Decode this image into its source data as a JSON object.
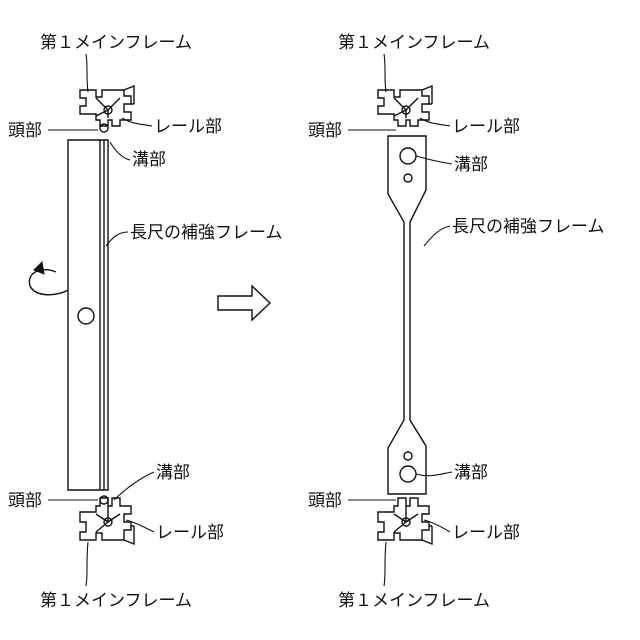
{
  "colors": {
    "ink": "#111111",
    "paper": "#ffffff"
  },
  "left": {
    "top_main_frame": "第１メインフレーム",
    "top_head": "頭部",
    "top_rail": "レール部",
    "top_groove": "溝部",
    "stiffener": "長尺の補強フレーム",
    "bottom_groove": "溝部",
    "bottom_head": "頭部",
    "bottom_rail": "レール部",
    "bottom_main_frame": "第１メインフレーム"
  },
  "right": {
    "top_main_frame": "第１メインフレーム",
    "top_head": "頭部",
    "top_rail": "レール部",
    "top_groove": "溝部",
    "stiffener": "長尺の補強フレーム",
    "bottom_groove": "溝部",
    "bottom_head": "頭部",
    "bottom_rail": "レール部",
    "bottom_main_frame": "第１メインフレーム"
  },
  "icons": {
    "transition": "right-arrow-icon",
    "rotation": "rotate-arrow-icon"
  }
}
